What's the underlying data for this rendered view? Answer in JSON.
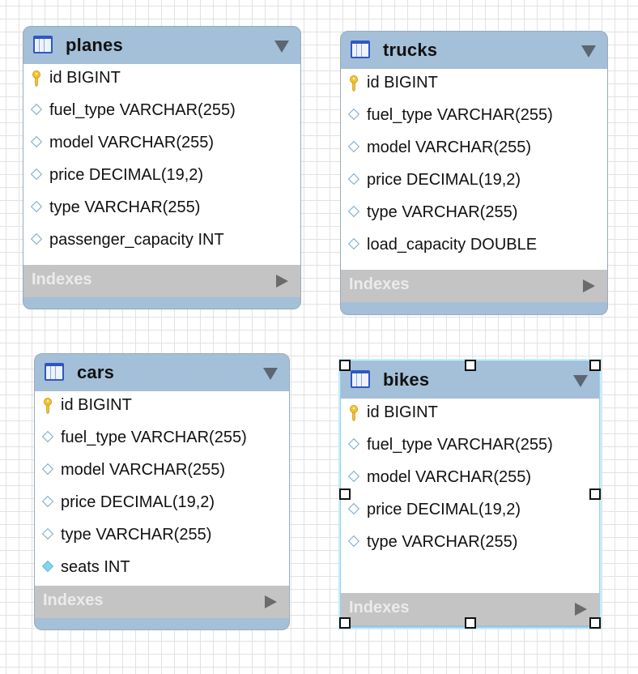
{
  "entities": [
    {
      "name": "planes",
      "selected": false,
      "indexes_label": "Indexes",
      "columns": [
        {
          "icon": "primary-key",
          "text": "id BIGINT"
        },
        {
          "icon": "column-diamond",
          "text": "fuel_type VARCHAR(255)"
        },
        {
          "icon": "column-diamond",
          "text": "model VARCHAR(255)"
        },
        {
          "icon": "column-diamond",
          "text": "price DECIMAL(19,2)"
        },
        {
          "icon": "column-diamond",
          "text": "type VARCHAR(255)"
        },
        {
          "icon": "column-diamond",
          "text": "passenger_capacity INT"
        }
      ]
    },
    {
      "name": "trucks",
      "selected": false,
      "indexes_label": "Indexes",
      "columns": [
        {
          "icon": "primary-key",
          "text": "id BIGINT"
        },
        {
          "icon": "column-diamond",
          "text": "fuel_type VARCHAR(255)"
        },
        {
          "icon": "column-diamond",
          "text": "model VARCHAR(255)"
        },
        {
          "icon": "column-diamond",
          "text": "price DECIMAL(19,2)"
        },
        {
          "icon": "column-diamond",
          "text": "type VARCHAR(255)"
        },
        {
          "icon": "column-diamond",
          "text": "load_capacity DOUBLE"
        }
      ]
    },
    {
      "name": "cars",
      "selected": false,
      "indexes_label": "Indexes",
      "columns": [
        {
          "icon": "primary-key",
          "text": "id BIGINT"
        },
        {
          "icon": "column-diamond",
          "text": "fuel_type VARCHAR(255)"
        },
        {
          "icon": "column-diamond",
          "text": "model VARCHAR(255)"
        },
        {
          "icon": "column-diamond",
          "text": "price DECIMAL(19,2)"
        },
        {
          "icon": "column-diamond",
          "text": "type VARCHAR(255)"
        },
        {
          "icon": "column-diamond-filled",
          "text": "seats INT"
        }
      ]
    },
    {
      "name": "bikes",
      "selected": true,
      "indexes_label": "Indexes",
      "columns": [
        {
          "icon": "primary-key",
          "text": "id BIGINT"
        },
        {
          "icon": "column-diamond",
          "text": "fuel_type VARCHAR(255)"
        },
        {
          "icon": "column-diamond",
          "text": "model VARCHAR(255)"
        },
        {
          "icon": "column-diamond",
          "text": "price DECIMAL(19,2)"
        },
        {
          "icon": "column-diamond",
          "text": "type VARCHAR(255)"
        }
      ]
    }
  ],
  "colors": {
    "header": "#a4bfd8",
    "indexes_bar": "#c4c4c4",
    "grid": "#e2e2e2",
    "selection_glow": "#8fd6ef"
  }
}
